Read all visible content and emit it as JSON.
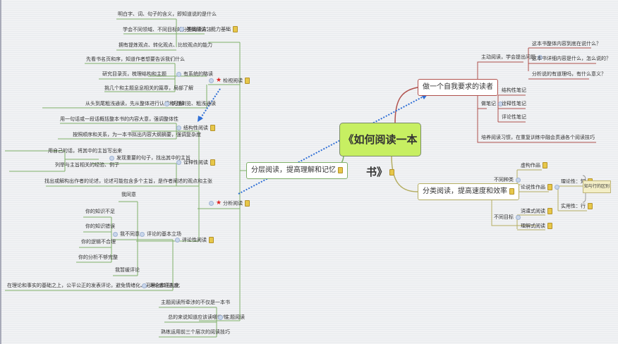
{
  "root": {
    "title": "《如何阅读一本书》",
    "has_note": true,
    "color": "#c7ef62"
  },
  "branches": {
    "self_reader": {
      "label": "做一个自我要求的读者",
      "color": "#b0504c",
      "children": {
        "active_reading": {
          "label": "主动阅读，学会提出问题",
          "questions": [
            "这本书整体内容到底在说什么？",
            "这本书详细内容是什么，怎么说的？",
            "分析说的有道理吗，有什么意义？"
          ]
        },
        "notes": {
          "label": "做笔记",
          "items": [
            "结构性笔记",
            "诠释性笔记",
            "评论性笔记"
          ]
        },
        "habit": {
          "label": "培养阅读习惯，在重复训练中融会贯通各个阅读技巧"
        }
      }
    },
    "classify": {
      "label": "分类阅读，提高速度和效率",
      "color": "#b5ae62",
      "children": {
        "types": {
          "label": "不同种类",
          "fiction": "虚构作品",
          "expository": "论说性作品",
          "theory": "理论性：知",
          "practical": "实用性：行",
          "summary": "知与行的区别"
        },
        "goals": {
          "label": "不同目标",
          "items": [
            "消遣式阅读",
            "理解式阅读"
          ]
        }
      }
    },
    "levels": {
      "label": "分层阅读，提高理解和记忆",
      "color": "#7fb069",
      "children": {
        "basic": {
          "label": "基础阅读：能力基础",
          "items": [
            "明白字、词、句子的含义，即知道说的是什么",
            "学会不同领域、不同目标的分类阅读方法",
            "拥有提炼观点、转化观点、比较观点的能力"
          ]
        },
        "inspectional": {
          "label": "检视阅读",
          "systematic": {
            "label": "有系统的略读",
            "items": [
              "先看书名页和序，知道作者想要告诉我们什么",
              "研究目录页，梳理结构和主题",
              "挑几个和主题息息相关的篇章，局部了解"
            ]
          },
          "quick": {
            "label": "快速浏览、粗浅通读",
            "items": [
              "从头到尾粗浅通读，先从整体进行认识和了解"
            ]
          }
        },
        "analytical": {
          "label": "分析阅读",
          "structural": {
            "label": "结构性阅读",
            "items": [
              "用一句话或一段话概括整本书的内容大意，强调整体性",
              "按照顺序和关系，为一本书拟出内容大纲摘要，强调复杂度"
            ]
          },
          "interpretive": {
            "label": "诠释性阅读",
            "key_sentence": {
              "label": "发现重要的句子，找出其中的主旨",
              "items": [
                "用自己的话，将其中的主旨写出来",
                "列举与主旨相关的经验、例子"
              ]
            },
            "argument": "找出或解构出作者的论述，论述可能包含多个主旨，是作者阐述的观点和主张"
          },
          "critical": {
            "label": "评论性阅读",
            "stance": {
              "label": "评论的基本立场",
              "agree": "我同意",
              "disagree": {
                "label": "我不同意",
                "items": [
                  "你的知识不足",
                  "你的知识错误",
                  "你的逻辑不合理",
                  "你的分析不够完整"
                ]
              },
              "suspend": "我暂缓评论"
            },
            "attitude": {
              "label": "评论者的态度",
              "text": "在理论和事实的基础之上，公平公正的发表评论，避免情绪化、无理化和无礼化"
            }
          }
        },
        "syntopical": {
          "label": "主题阅读",
          "items": [
            "主题阅读所牵涉的不仅是一本书",
            "总的来说知道应该读哪些书",
            "熟练运用前三个层次的阅读技巧"
          ]
        }
      }
    }
  },
  "relationship_arrows": [
    {
      "from": "分析阅读",
      "to": "做一个自我要求的读者",
      "style": "dotted",
      "color": "#2f6fd6"
    },
    {
      "from": "检视阅读",
      "to": "结构性阅读",
      "style": "dotted",
      "color": "#2f6fd6"
    }
  ]
}
